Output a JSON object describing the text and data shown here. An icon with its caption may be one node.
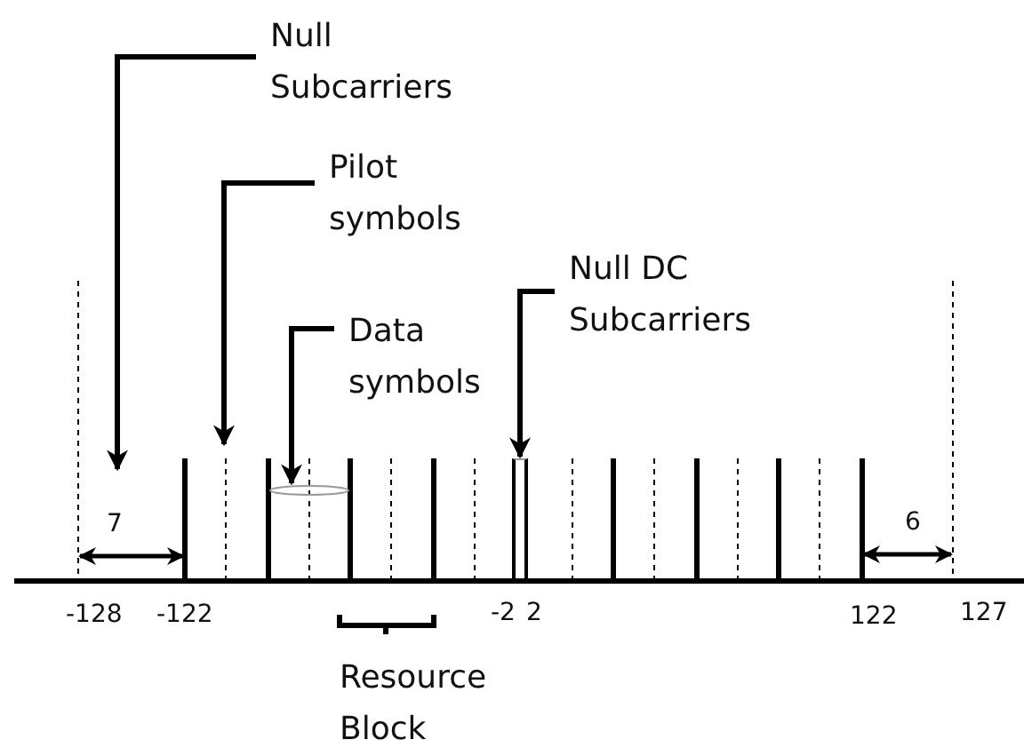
{
  "diagram": {
    "nodes": [
      {
        "text": [
          "Null Subcarriers"
        ]
      },
      {
        "text": [
          "Pilot symbols"
        ]
      },
      {
        "text": [
          "Data symbols"
        ]
      },
      {
        "text": [
          "Null DC Subcarriers"
        ]
      },
      {
        "text": [],
        "shape": "bar"
      }
    ],
    "edges": [
      {
        "from": 0,
        "to": null,
        "arrow": "to"
      },
      {
        "from": 1,
        "to": null,
        "arrow": "to"
      },
      {
        "from": 2,
        "to": null,
        "arrow": "to"
      },
      {
        "from": 3,
        "to": 4,
        "arrow": "to"
      }
    ],
    "labels": [
      "7",
      "6",
      "-128",
      "-122",
      "-2",
      "2",
      "122",
      "127",
      "Resource Block"
    ]
  }
}
